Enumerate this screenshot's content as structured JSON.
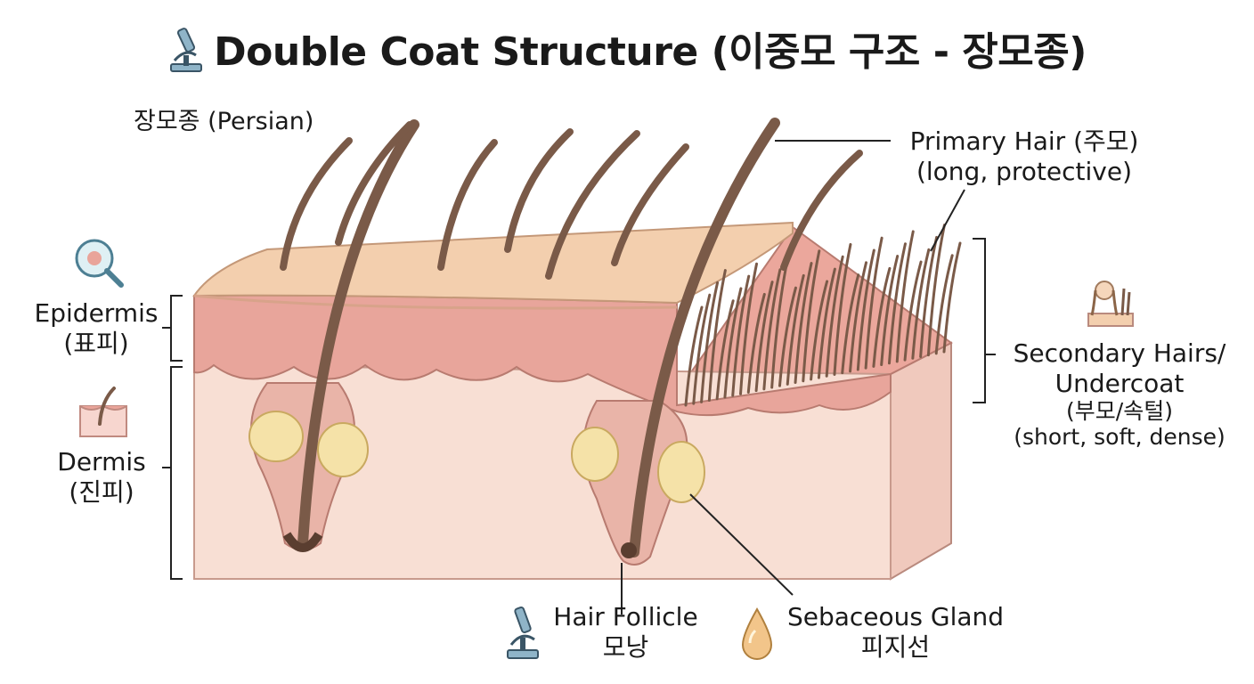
{
  "title": "Double Coat Structure (이중모 구조 - 장모종)",
  "breed_label": "장모종 (Persian)",
  "primary_hair": {
    "line1": "Primary Hair (주모)",
    "line2": "(long, protective)"
  },
  "secondary_hairs": {
    "line1": "Secondary Hairs/",
    "line2": "Undercoat",
    "line3": "(부모/속털)",
    "line4": "(short, soft, dense)"
  },
  "epidermis": {
    "line1": "Epidermis",
    "line2": "(표피)"
  },
  "dermis": {
    "line1": "Dermis",
    "line2": "(진피)"
  },
  "hair_follicle": {
    "line1": "Hair Follicle",
    "line2": "모낭"
  },
  "sebaceous_gland": {
    "line1": "Sebaceous Gland",
    "line2": "피지선"
  },
  "colors": {
    "skin_top": "#f3cfae",
    "epidermis": "#e9a49a",
    "dermis": "#f7ddd2",
    "hair": "#7a5a48",
    "gland": "#f5e2a8",
    "line": "#222222"
  },
  "icons": [
    "microscope-icon",
    "magnifier-icon",
    "skin-section-icon",
    "hair-person-icon",
    "oil-drop-icon"
  ]
}
